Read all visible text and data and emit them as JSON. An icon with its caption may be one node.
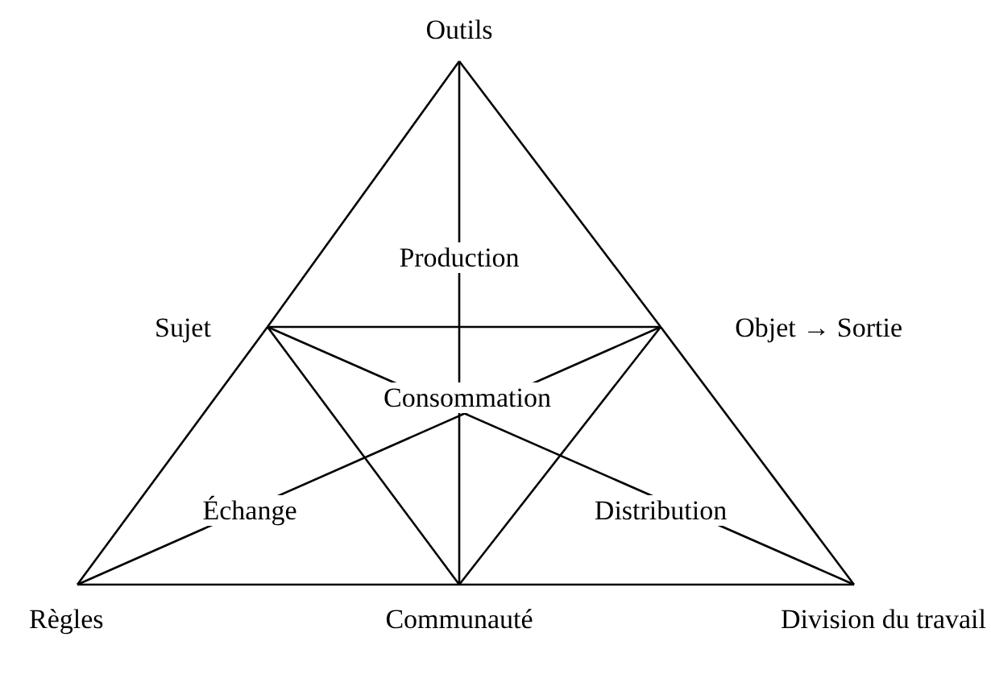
{
  "diagram": {
    "nodes": [
      {
        "text": [
          "Outils"
        ]
      },
      {
        "text": [
          "Sujet"
        ]
      },
      {
        "text": [
          "Objet → Sortie"
        ]
      },
      {
        "text": [
          "Règles"
        ]
      },
      {
        "text": [
          "Communauté"
        ]
      },
      {
        "text": [
          "Division du travail"
        ]
      }
    ],
    "edges": [
      {
        "from": 0,
        "to": 1,
        "arrow": "none"
      },
      {
        "from": 0,
        "to": 2,
        "arrow": "none"
      },
      {
        "from": 1,
        "to": 2,
        "arrow": "none"
      },
      {
        "from": 0,
        "to": 4,
        "arrow": "none"
      },
      {
        "from": 1,
        "to": 3,
        "arrow": "none"
      },
      {
        "from": 1,
        "to": 4,
        "arrow": "none"
      },
      {
        "from": 1,
        "to": 5,
        "arrow": "none"
      },
      {
        "from": 2,
        "to": 4,
        "arrow": "none"
      },
      {
        "from": 2,
        "to": 3,
        "arrow": "none"
      },
      {
        "from": 2,
        "to": 5,
        "arrow": "none"
      },
      {
        "from": 3,
        "to": 4,
        "arrow": "none"
      },
      {
        "from": 4,
        "to": 5,
        "arrow": "none"
      }
    ],
    "labels": [
      "Production",
      "Consommation",
      "Échange",
      "Distribution"
    ]
  }
}
